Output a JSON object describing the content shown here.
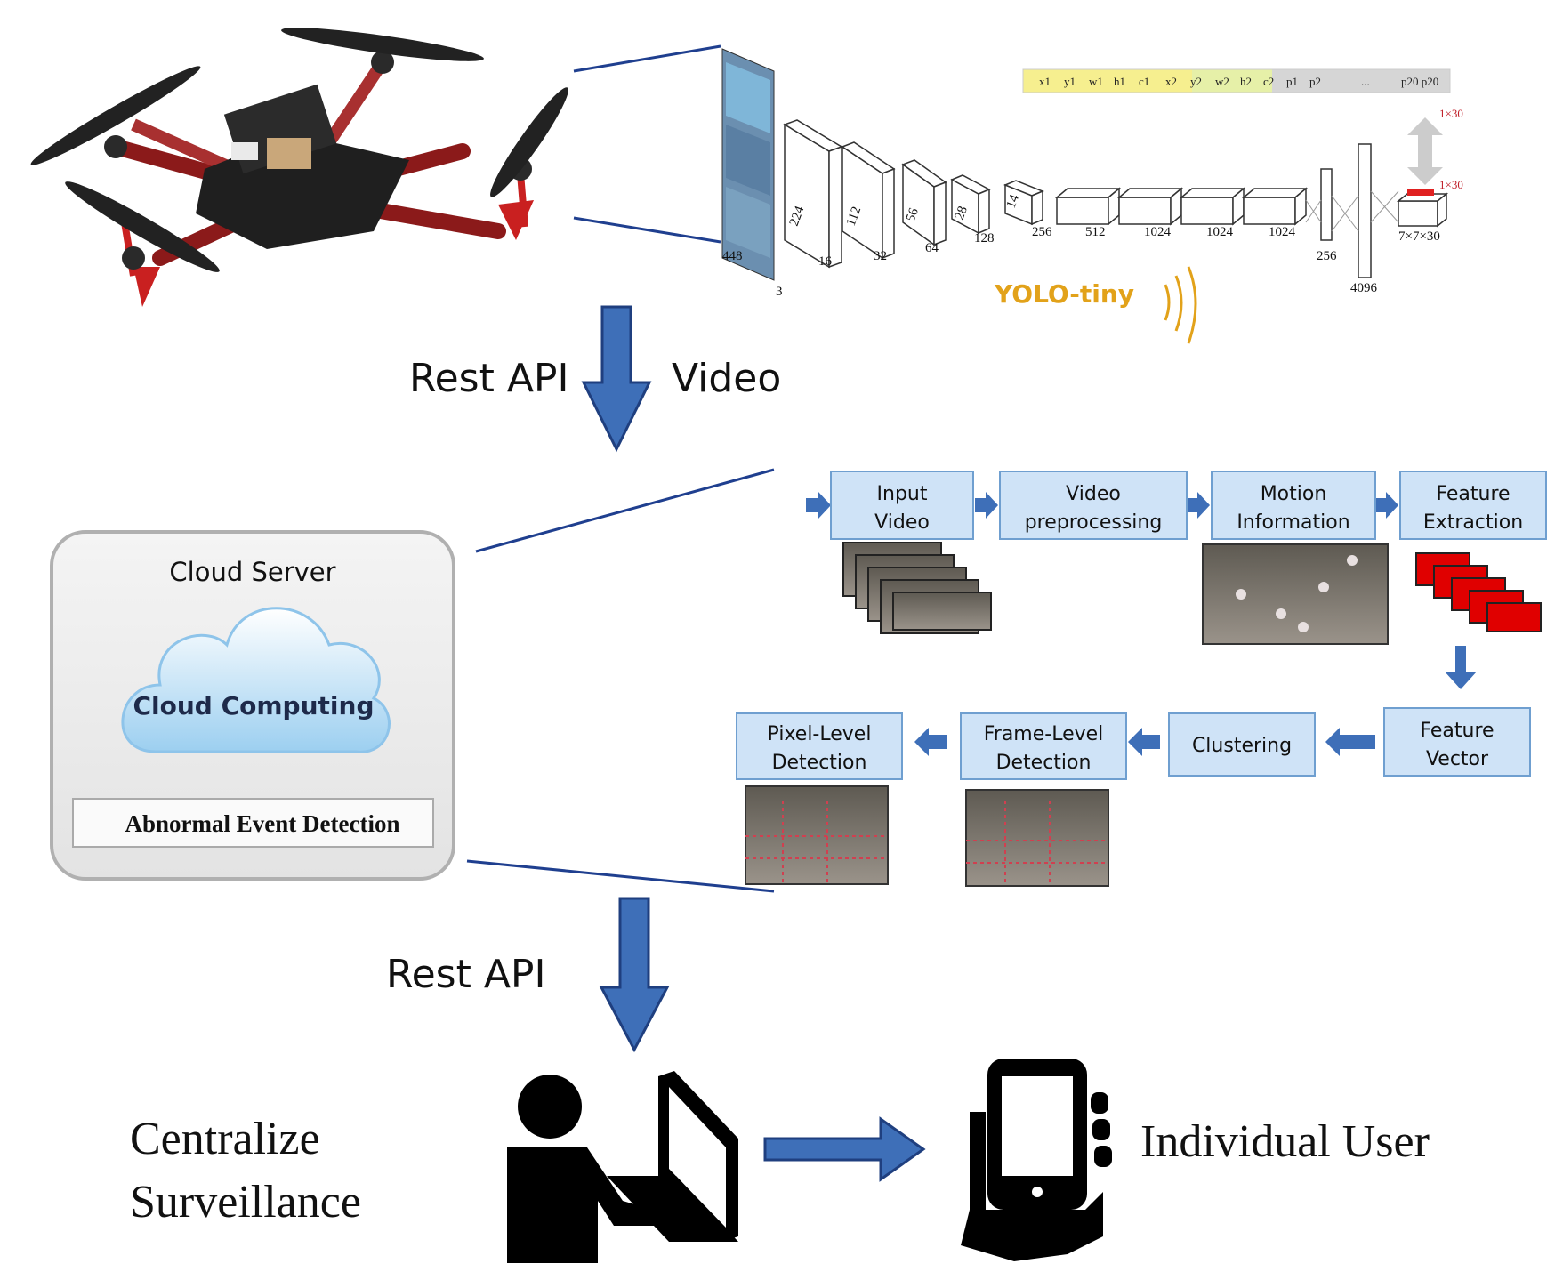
{
  "colors": {
    "arrow_blue": "#3e6fb8",
    "box_fill": "#cfe3f7",
    "box_stroke": "#6f9fd0",
    "yolo_orange": "#e2a21a",
    "feature_red": "#e00000"
  },
  "drone_section": {
    "yolo_label": "YOLO-tiny",
    "input_dims": [
      "448",
      "3"
    ],
    "layer_labels": [
      "224",
      "16",
      "112",
      "32",
      "56",
      "64",
      "28",
      "128",
      "14",
      "256",
      "512",
      "1024",
      "1024",
      "1024",
      "256",
      "4096",
      "7×7×30"
    ],
    "output_vector_cells": [
      "x1",
      "y1",
      "w1",
      "h1",
      "c1",
      "x2",
      "y2",
      "w2",
      "h2",
      "c2",
      "p1",
      "p2",
      "...",
      "p20 p20"
    ],
    "output_size_top": "1×30",
    "output_size_bottom": "1×30"
  },
  "arrows": {
    "rest_api_1": "Rest API",
    "video": "Video",
    "rest_api_2": "Rest API"
  },
  "cloud_server": {
    "title": "Cloud Server",
    "cloud_label": "Cloud Computing",
    "module": "Abnormal Event Detection"
  },
  "pipeline": {
    "step1": [
      "Input",
      "Video"
    ],
    "step2": [
      "Video",
      "preprocessing"
    ],
    "step3": [
      "Motion",
      "Information"
    ],
    "step4": [
      "Feature",
      "Extraction"
    ],
    "step5": [
      "Feature",
      "Vector"
    ],
    "step6": "Clustering",
    "step7": [
      "Frame-Level",
      "Detection"
    ],
    "step8": [
      "Pixel-Level",
      "Detection"
    ]
  },
  "bottom": {
    "left_label": [
      "Centralize",
      "Surveillance"
    ],
    "right_label": "Individual User"
  }
}
